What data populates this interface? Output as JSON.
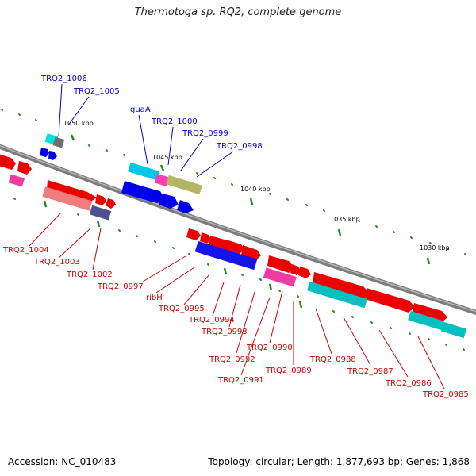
{
  "title": "Thermotoga sp. RQ2, complete genome",
  "footer": {
    "accession": "Accession: NC_010483",
    "summary": "Topology: circular; Length: 1,877,693 bp; Genes: 1,868"
  },
  "colors": {
    "backbone": "#8c8c8c",
    "forward_label": "#0000cc",
    "reverse_label": "#cc0000",
    "tick": "#1e8c1e",
    "cds_forward": "#0000ee",
    "cds_reverse": "#ee0000",
    "rna": "#00c8c8",
    "pink": "#ee3c96",
    "salmon": "#f08080",
    "olive": "#b4b464",
    "slate": "#50509a",
    "gray": "#808080"
  },
  "scale_labels": [
    "1050 kbp",
    "1045 kbp",
    "1040 kbp",
    "1035 kbp",
    "1030 kbp"
  ],
  "forward_genes": [
    "TRQ2_1006",
    "TRQ2_1005",
    "guaA",
    "TRQ2_1000",
    "TRQ2_0999",
    "TRQ2_0998"
  ],
  "reverse_genes": [
    "TRQ2_1004",
    "TRQ2_1003",
    "TRQ2_1002",
    "TRQ2_0997",
    "ribH",
    "TRQ2_0995",
    "TRQ2_0994",
    "TRQ2_0993",
    "TRQ2_0992",
    "TRQ2_0991",
    "TRQ2_0990",
    "TRQ2_0989",
    "TRQ2_0988",
    "TRQ2_0987",
    "TRQ2_0986",
    "TRQ2_0985"
  ]
}
